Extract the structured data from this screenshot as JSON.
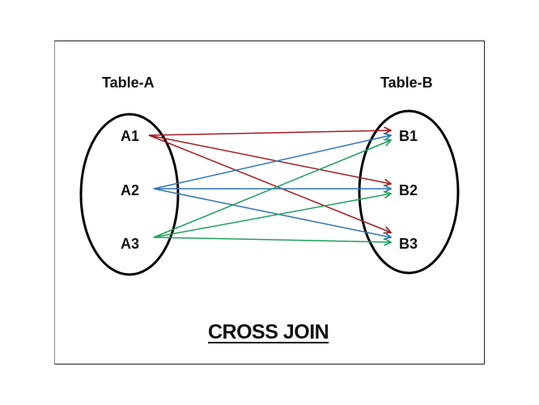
{
  "title": "CROSS JOIN",
  "table_a": {
    "label": "Table-A",
    "items": [
      "A1",
      "A2",
      "A3"
    ]
  },
  "table_b": {
    "label": "Table-B",
    "items": [
      "B1",
      "B2",
      "B3"
    ]
  },
  "colors": {
    "A1": "#a11d21",
    "A2": "#2f75b5",
    "A3": "#1ea05a",
    "outline": "#000000"
  },
  "connections": [
    {
      "from": "A1",
      "to": "B1"
    },
    {
      "from": "A1",
      "to": "B2"
    },
    {
      "from": "A1",
      "to": "B3"
    },
    {
      "from": "A2",
      "to": "B1"
    },
    {
      "from": "A2",
      "to": "B2"
    },
    {
      "from": "A2",
      "to": "B3"
    },
    {
      "from": "A3",
      "to": "B1"
    },
    {
      "from": "A3",
      "to": "B2"
    },
    {
      "from": "A3",
      "to": "B3"
    }
  ]
}
